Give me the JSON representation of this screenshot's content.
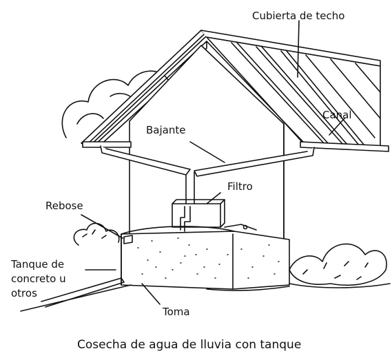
{
  "labels": {
    "roof": "Cubierta de techo",
    "gutter": "Canal",
    "downpipe": "Bajante",
    "filter": "Filtro",
    "overflow": "Rebose",
    "tank_line1": "Tanque de",
    "tank_line2": "concreto u",
    "tank_line3": "otros",
    "tap": "Toma"
  },
  "caption": "Cosecha de agua de lluvia con tanque",
  "colors": {
    "ink": "#111111",
    "background": "#ffffff"
  }
}
